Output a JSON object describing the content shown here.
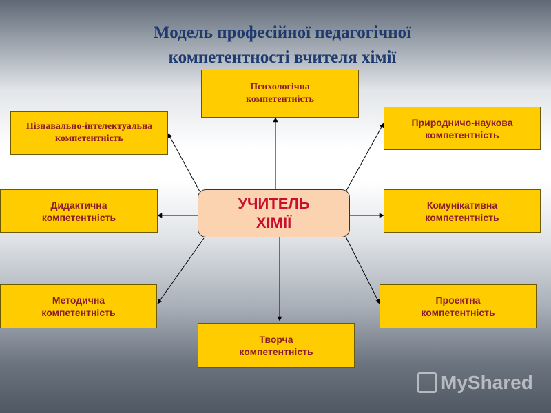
{
  "title": {
    "line1": "Модель професійної педагогічної",
    "line2": "компетентності вчителя хімії"
  },
  "center": {
    "line1": "УЧИТЕЛЬ",
    "line2": "ХІМІЇ"
  },
  "nodes": {
    "psychological": {
      "line1": "Психологічна",
      "line2": "компетентність"
    },
    "cognitive": {
      "line1": "Пізнавально-інтелектуальна",
      "line2": "компетентність"
    },
    "natural_science": {
      "line1": "Природничо-наукова",
      "line2": "компетентність"
    },
    "didactic": {
      "line1": "Дидактична",
      "line2": "компетентність"
    },
    "communicative": {
      "line1": "Комунікативна",
      "line2": "компетентність"
    },
    "methodical": {
      "line1": "Методична",
      "line2": "компетентність"
    },
    "project": {
      "line1": "Проектна",
      "line2": "компетентність"
    },
    "creative": {
      "line1": "Творча",
      "line2": "компетентність"
    }
  },
  "watermark": {
    "text": "MyShared"
  },
  "colors": {
    "box_fill": "#ffcc00",
    "box_text": "#8b1d2c",
    "center_fill": "#fbd3b0",
    "center_text": "#c8102e",
    "title_text": "#1f3a6e"
  }
}
